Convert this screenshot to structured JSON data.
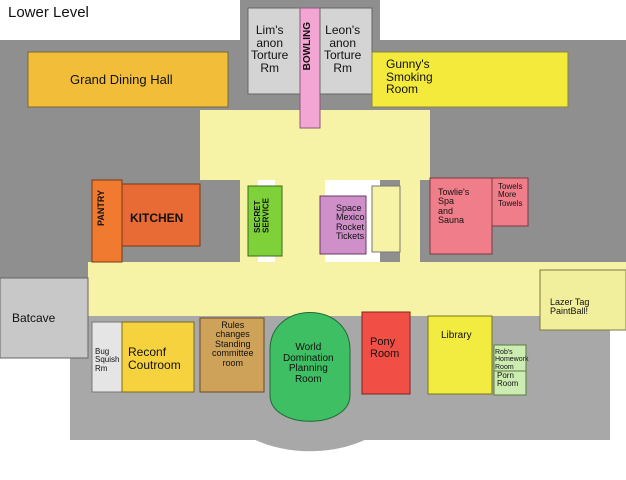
{
  "title": "Lower Level",
  "colors": {
    "wall": "#9a9a9a",
    "corridor": "#f7f3a6",
    "dining": "#f2be3a",
    "smoking": "#f4ea3c",
    "torture": "#d4d4d4",
    "bowling": "#f3a6d3",
    "pantry": "#f07a2f",
    "kitchen": "#e86a35",
    "secret_service": "#7fd13a",
    "space": "#cf8fc9",
    "spa": "#f07e8a",
    "towels": "#f07e8a",
    "batcave": "#c8c8c8",
    "bug": "#e5e5e5",
    "reconf": "#f6d23e",
    "rules": "#cfa25a",
    "world": "#3fbf63",
    "pony": "#f14f45",
    "library": "#f2eb40",
    "homework": "#ccecb1",
    "porn": "#ccecb1",
    "lazer": "#f2ef9c"
  },
  "rooms": {
    "grand_dining": "Grand Dining Hall",
    "lim": "Lim's\nanon\nTorture\nRm",
    "bowling": "BOWLING",
    "leon": "Leon's\nanon\nTorture\nRm",
    "gunny": "Gunny's\nSmoking\nRoom",
    "pantry": "PANTRY",
    "kitchen": "KITCHEN",
    "secret_service": "SECRET\nSERVICE",
    "space": "Space\nMexico\nRocket\nTickets",
    "towlie": "Towlie's\nSpa\nand\nSauna",
    "towels": "Towels\nMore\nTowels",
    "batcave": "Batcave",
    "bug": "Bug\nSquish\nRm",
    "reconf": "Reconf\nCoutroom",
    "rules": "Rules\nchanges\nStanding\ncommittee\nroom",
    "world": "World\nDomination\nPlanning\nRoom",
    "pony": "Pony\nRoom",
    "library": "Library",
    "homework": "Rob's\nHomework\nRoom",
    "porn": "Porn\nRoom",
    "lazer": "Lazer Tag\nPaintBall!"
  }
}
